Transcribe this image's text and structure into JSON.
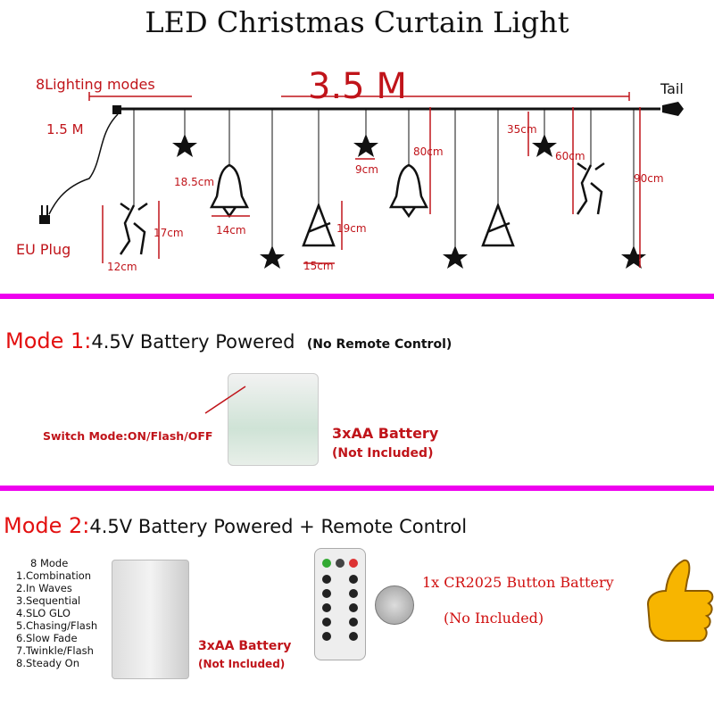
{
  "title": "LED Christmas Curtain Light",
  "diagram": {
    "length": "3.5 M",
    "controller_label": "8Lighting modes",
    "cable_length": "1.5 M",
    "plug_label": "EU Plug",
    "tail_label": "Tail",
    "dimensions": {
      "deer_width": "12cm",
      "deer_height": "17cm",
      "bell_height": "18.5cm",
      "bell_width": "14cm",
      "tree_height": "19cm",
      "tree_width": "15cm",
      "star_width": "9cm",
      "strand_80": "80cm",
      "strand_35": "35cm",
      "strand_60": "60cm",
      "strand_90": "90cm"
    },
    "colors": {
      "annotation": "#c0141a",
      "divider": "#ee00ee"
    }
  },
  "mode1": {
    "label": "Mode 1:",
    "description": "4.5V Battery Powered",
    "note": "(No Remote Control)",
    "switch_label": "Switch Mode:ON/Flash/OFF",
    "battery": "3xAA Battery",
    "battery_note": "(Not Included)"
  },
  "mode2": {
    "label": "Mode 2:",
    "description": "4.5V Battery Powered + Remote Control",
    "modes_title": "8 Mode",
    "modes": [
      "1.Combination",
      "2.In Waves",
      "3.Sequential",
      "4.SLO GLO",
      "5.Chasing/Flash",
      "6.Slow Fade",
      "7.Twinkle/Flash",
      "8.Steady On"
    ],
    "battery": "3xAA Battery",
    "battery_note": "(Not Included)",
    "button_battery": "1x CR2025 Button Battery",
    "button_battery_note": "(No Included)"
  }
}
